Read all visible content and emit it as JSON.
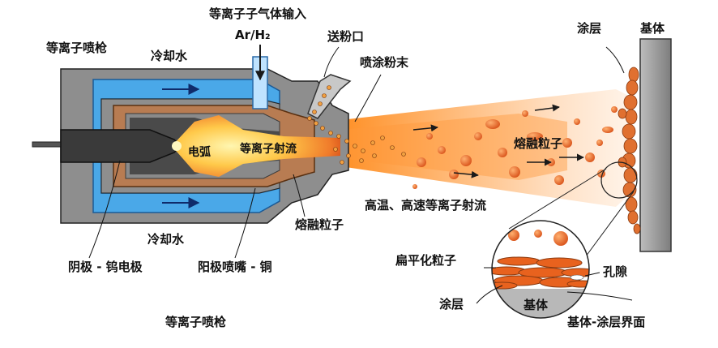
{
  "labels": {
    "gun_title_top": "等离子喷枪",
    "gun_title_bottom": "等离子喷枪",
    "cooling_water_top": "冷却水",
    "cooling_water_bottom": "冷却水",
    "plasma_gas_input": "等离子子气体输入",
    "gas_formula": "Ar/H₂",
    "powder_port": "送粉口",
    "spray_powder": "喷涂粉末",
    "arc": "电弧",
    "plasma_jet": "等离子射流",
    "molten_particles_jet": "熔融粒子",
    "molten_particles_nozzle": "熔融粒子",
    "high_temp_jet": "高温、高速等离子射流",
    "cathode": "阴极 - 钨电极",
    "anode": "阳极喷嘴 - 铜",
    "coating_top": "涂层",
    "substrate_top": "基体",
    "flattened_particles": "扁平化粒子",
    "pores": "孔隙",
    "coating_inset": "涂层",
    "substrate_inset": "基体",
    "interface": "基体-涂层界面"
  },
  "colors": {
    "housing": "#8a8a8a",
    "housing_dark": "#5e5e5e",
    "cooling_water": "#4aa8e8",
    "anode_copper": "#b87c52",
    "cathode": "#3a3a3a",
    "plasma_core": "#ffd27a",
    "plasma_edge": "#e24a1a",
    "particle": "#e8621e",
    "substrate": "#9a9a9a"
  }
}
